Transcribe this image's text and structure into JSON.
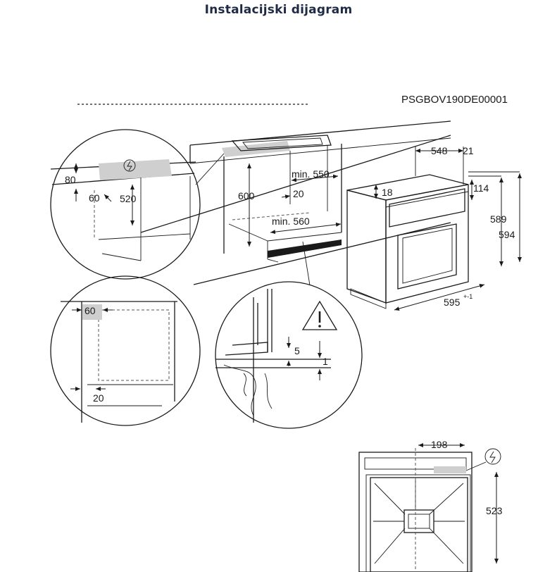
{
  "title": "Instalacijski dijagram",
  "code": "PSGBOV190DE00001",
  "dims": {
    "d80": "80",
    "d60a": "60",
    "d520": "520",
    "d600": "600",
    "min550": "min. 550",
    "d20a": "20",
    "min560": "min. 560",
    "d548": "548",
    "d21": "21",
    "d18": "18",
    "d114": "114",
    "d589": "589",
    "d594": "594",
    "d595": "595",
    "tol595": "+-1",
    "d60b": "60",
    "d20b": "20",
    "d5": "5",
    "d1": "1",
    "d198": "198",
    "d523": "523"
  }
}
